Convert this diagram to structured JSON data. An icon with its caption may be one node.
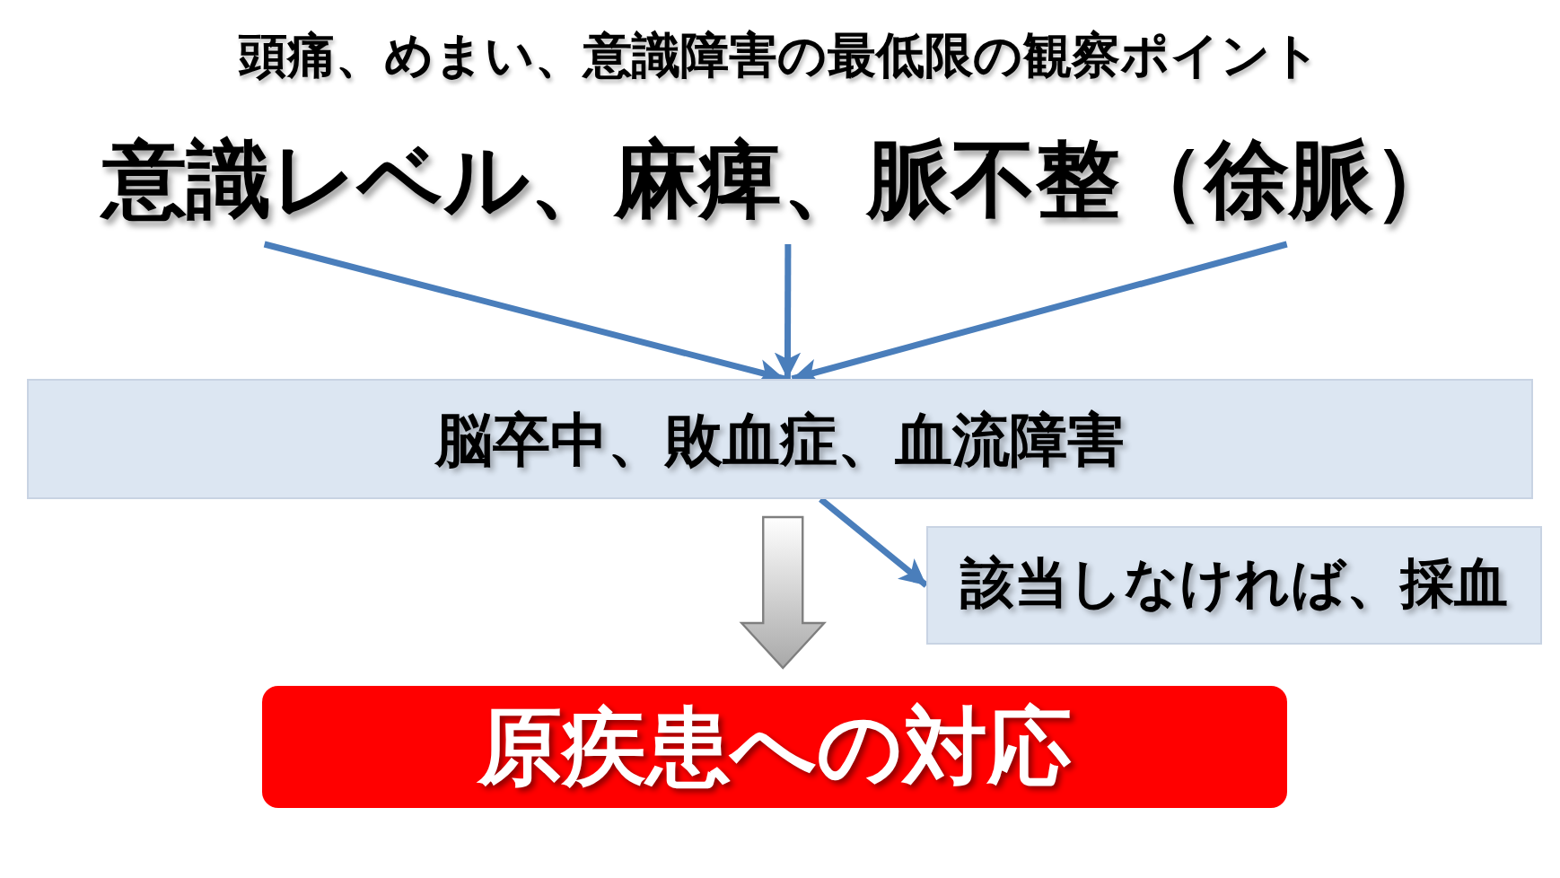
{
  "diagram": {
    "title": "頭痛、めまい、意識障害の最低限の観察ポイント",
    "nodes": [
      {
        "text": [
          "意識レベル、麻痺、脈不整（徐脈）"
        ]
      },
      {
        "text": [
          "脳卒中、敗血症、血流障害"
        ]
      },
      {
        "text": [
          "該当しなければ、採血"
        ]
      },
      {
        "text": [
          "原疾患への対応"
        ]
      }
    ],
    "edges": [
      {
        "from": 0,
        "to": 1,
        "arrow": "to"
      },
      {
        "from": 0,
        "to": 1,
        "arrow": "to"
      },
      {
        "from": 0,
        "to": 1,
        "arrow": "to"
      },
      {
        "from": 1,
        "to": 2,
        "arrow": "to"
      },
      {
        "from": 1,
        "to": 3,
        "arrow": "to",
        "style": "thick",
        "color": "#7f7f7f"
      }
    ]
  }
}
